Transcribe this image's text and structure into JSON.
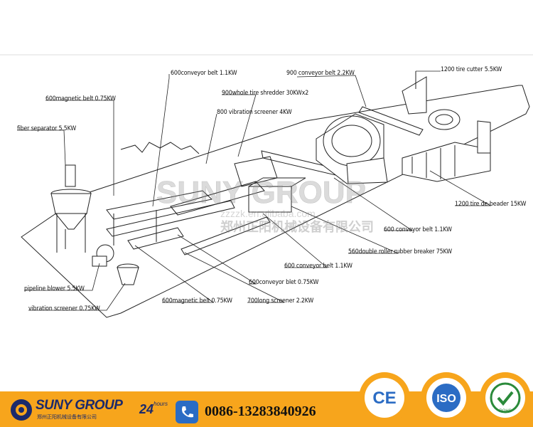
{
  "watermark": {
    "brand": "SUNY GROUP",
    "company_cn": "郑州正阳机械设备有限公司",
    "url": "zzzzk.en.alibaba.com"
  },
  "labels": [
    {
      "id": "lbl-600-conveyor-belt-1-1",
      "text": "600conveyor belt 1.1KW"
    },
    {
      "id": "lbl-900-conveyor",
      "text": "900 conveyor belt 2.2KW"
    },
    {
      "id": "lbl-tire-cutter",
      "text": "1200 tire cutter 5.5KW"
    },
    {
      "id": "lbl-whole-tire-shredder",
      "text": "900whole tire shredder 30KWx2"
    },
    {
      "id": "lbl-600-magnetic-top",
      "text": "600magnetic belt 0.75KW"
    },
    {
      "id": "lbl-vibration-screener-800",
      "text": "800 vibration screener 4KW"
    },
    {
      "id": "lbl-fiber-separator",
      "text": "fiber separator 5.5KW"
    },
    {
      "id": "lbl-tire-debeader",
      "text": "1200 tire de-beader 15KW"
    },
    {
      "id": "lbl-600-conveyor-right",
      "text": "600 conveyor belt 1.1KW"
    },
    {
      "id": "lbl-rubber-breaker",
      "text": "560double roller rubber breaker 75KW"
    },
    {
      "id": "lbl-600-conveyor-mid",
      "text": "600 conveyor belt 1.1KW"
    },
    {
      "id": "lbl-pipeline-blower",
      "text": "pipeline blower 5.5KW"
    },
    {
      "id": "lbl-600-conveyor-blet",
      "text": "600conveyor blet 0.75KW"
    },
    {
      "id": "lbl-vibration-screener-small",
      "text": "vibration screener 0.75KW"
    },
    {
      "id": "lbl-600-magnetic-bottom",
      "text": "600magnetic belt 0.75KW"
    },
    {
      "id": "lbl-long-screener",
      "text": "700long screener   2.2KW"
    }
  ],
  "footer": {
    "brand": "SUNY GROUP",
    "brand_cn": "郑州正阳机械设备有限公司",
    "hours": "24",
    "hours_suffix": "hours",
    "phone": "0086-13283840926",
    "certs": [
      "CE",
      "ISO",
      "ROHS"
    ]
  },
  "colors": {
    "footer_band": "#f7a51c",
    "brand_navy": "#1b2a6b",
    "phone_blue": "#2b6cc4",
    "line": "#222222"
  }
}
